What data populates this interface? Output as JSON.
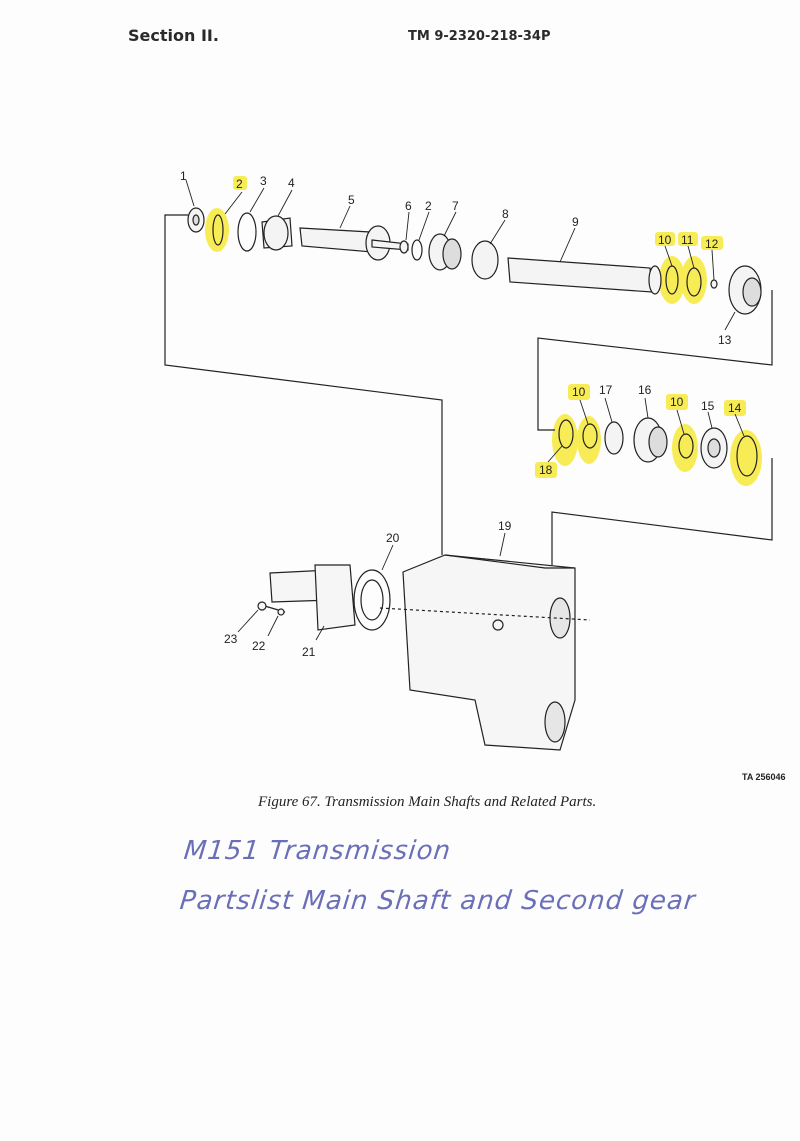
{
  "header": {
    "section": "Section II.",
    "tm_number": "TM 9-2320-218-34P"
  },
  "callouts": {
    "c1": "1",
    "c2a": "2",
    "c3": "3",
    "c4": "4",
    "c5": "5",
    "c6": "6",
    "c2b": "2",
    "c7": "7",
    "c8": "8",
    "c9": "9",
    "c10a": "10",
    "c11": "11",
    "c12": "12",
    "c13": "13",
    "c10b": "10",
    "c17": "17",
    "c16": "16",
    "c10c": "10",
    "c15": "15",
    "c14": "14",
    "c18": "18",
    "c19": "19",
    "c20": "20",
    "c21": "21",
    "c22": "22",
    "c23": "23"
  },
  "highlight_color": "#f7ea3a",
  "reference": "TA 256046",
  "caption": "Figure 67.  Transmission Main Shafts and Related Parts.",
  "handwritten": {
    "line1": "M151 Transmission",
    "line2": "Partslist Main Shaft and Second gear"
  }
}
